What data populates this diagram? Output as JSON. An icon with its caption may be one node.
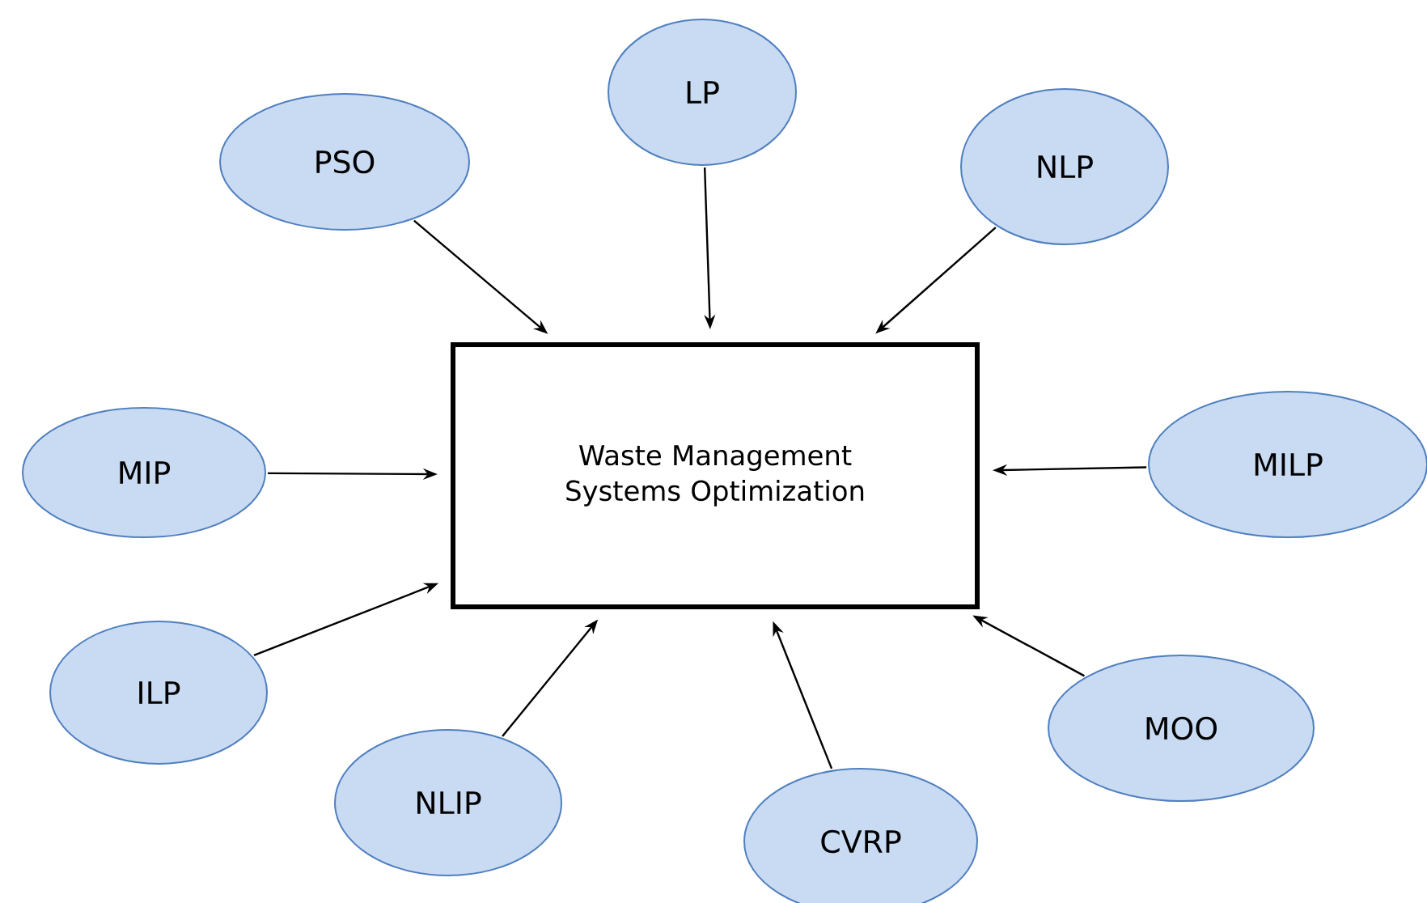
{
  "diagram": {
    "nodes": [
      {
        "text": [
          "Waste Management Systems Optimization"
        ]
      },
      {
        "text": [
          "PSO"
        ]
      },
      {
        "text": [
          "LP"
        ]
      },
      {
        "text": [
          "NLP"
        ]
      },
      {
        "text": [
          "MIP"
        ]
      },
      {
        "text": [
          "MILP"
        ]
      },
      {
        "text": [
          "ILP"
        ]
      },
      {
        "text": [
          "NLIP"
        ]
      },
      {
        "text": [
          "CVRP"
        ]
      },
      {
        "text": [
          "MOO"
        ]
      }
    ],
    "edges": [
      {
        "from": 1,
        "to": 0,
        "arrow": "to"
      },
      {
        "from": 2,
        "to": 0,
        "arrow": "to"
      },
      {
        "from": 3,
        "to": 0,
        "arrow": "to"
      },
      {
        "from": 4,
        "to": 0,
        "arrow": "to"
      },
      {
        "from": 5,
        "to": 0,
        "arrow": "to"
      },
      {
        "from": 6,
        "to": 0,
        "arrow": "to"
      },
      {
        "from": 7,
        "to": 0,
        "arrow": "to"
      },
      {
        "from": 8,
        "to": 0,
        "arrow": "to"
      },
      {
        "from": 9,
        "to": 0,
        "arrow": "to"
      }
    ]
  }
}
